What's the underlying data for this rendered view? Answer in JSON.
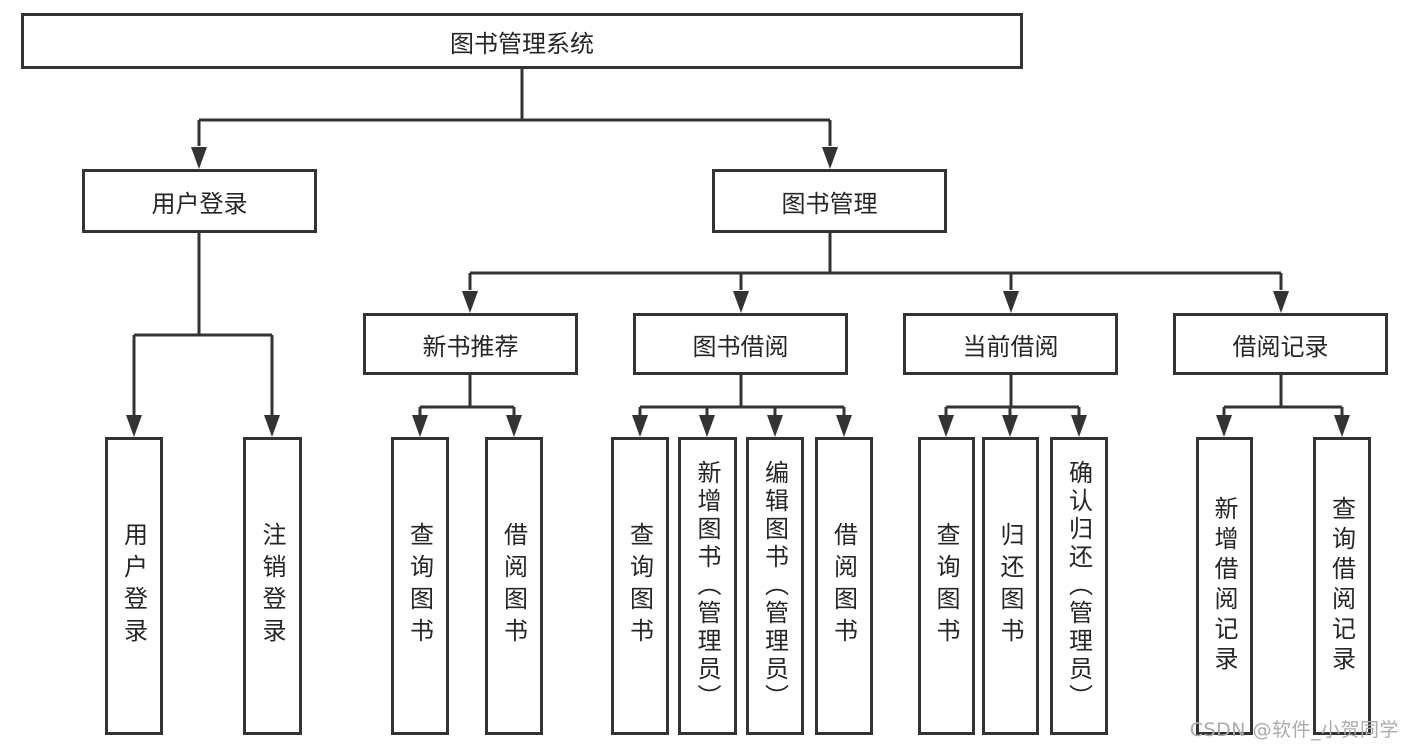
{
  "tree": {
    "root": "图书管理系统",
    "branches": [
      {
        "label": "用户登录",
        "children": [
          "用户登录",
          "注销登录"
        ]
      },
      {
        "label": "图书管理",
        "children": [
          {
            "label": "新书推荐",
            "children": [
              "查询图书",
              "借阅图书"
            ]
          },
          {
            "label": "图书借阅",
            "children": [
              "查询图书",
              "新增图书（管理员）",
              "编辑图书（管理员）",
              "借阅图书"
            ]
          },
          {
            "label": "当前借阅",
            "children": [
              "查询图书",
              "归还图书",
              "确认归还（管理员）"
            ]
          },
          {
            "label": "借阅记录",
            "children": [
              "新增借阅记录",
              "查询借阅记录"
            ]
          }
        ]
      }
    ]
  },
  "watermark": "CSDN @软件_小贺同学",
  "colors": {
    "line": "#333333",
    "text": "#262626",
    "watermark": "#ababab",
    "background": "#ffffff"
  }
}
